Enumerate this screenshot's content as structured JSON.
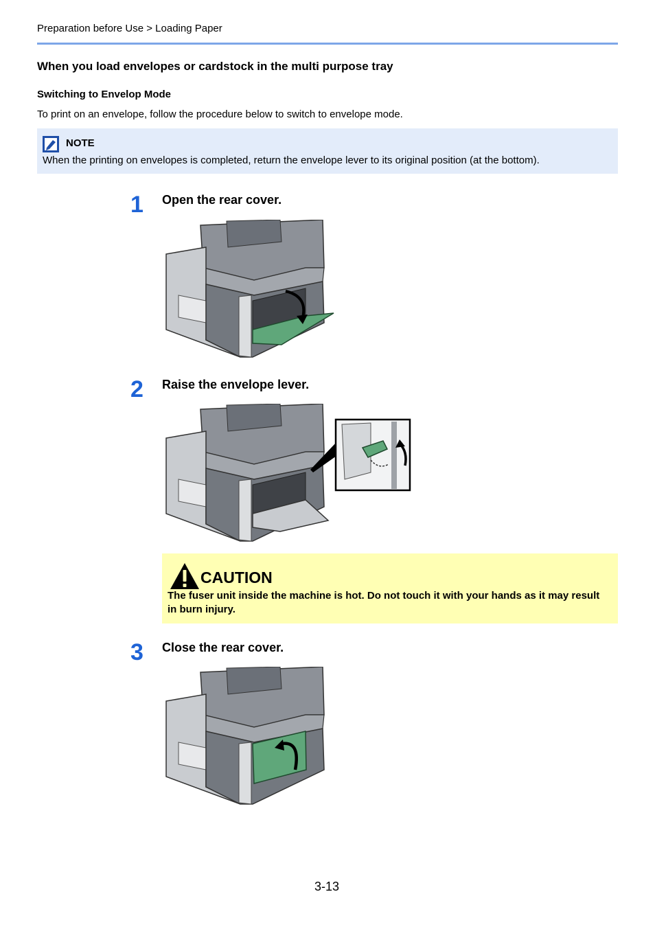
{
  "header": {
    "breadcrumb": "Preparation before Use > Loading Paper"
  },
  "section": {
    "title": "When you load envelopes or cardstock in the multi purpose tray",
    "subtitle": "Switching to Envelop Mode",
    "intro": "To print on an envelope, follow the procedure below to switch to envelope mode."
  },
  "note": {
    "label": "NOTE",
    "text": "When the printing on envelopes is completed, return the envelope lever to its original position (at the bottom).",
    "icon": "note-icon"
  },
  "steps": [
    {
      "number": "1",
      "text": "Open the rear cover."
    },
    {
      "number": "2",
      "text": "Raise the envelope lever."
    },
    {
      "number": "3",
      "text": "Close the rear cover."
    }
  ],
  "caution": {
    "label": "CAUTION",
    "text": "The fuser unit inside the machine is hot. Do not touch it with your hands as it may result in burn injury.",
    "icon": "warning-triangle-icon"
  },
  "footer": {
    "page_number": "3-13"
  },
  "colors": {
    "accent_rule": "#7da6e8",
    "step_number": "#1e63d6",
    "note_background": "#e3ecfa",
    "caution_background": "#ffffb4",
    "cover_green": "#5fa77a",
    "printer_grey": "#7a7f87"
  }
}
